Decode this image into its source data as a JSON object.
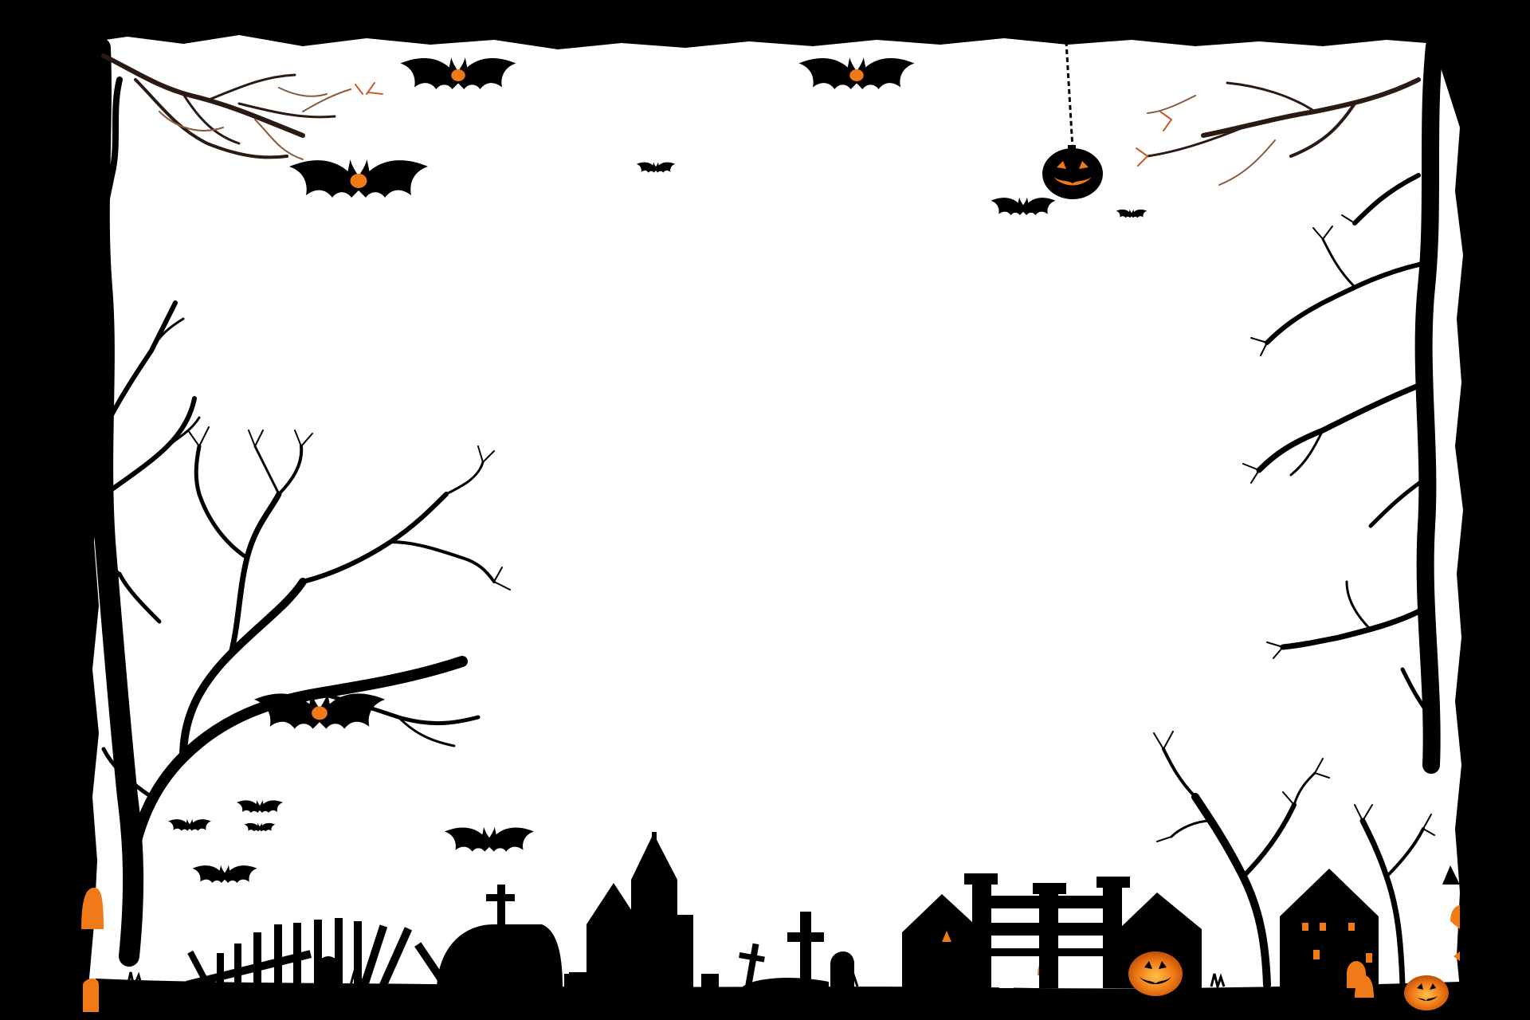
{
  "scene": {
    "kind": "halloween-frame-border",
    "background_color": "#000000",
    "panel_color": "#ffffff",
    "silhouette_color": "#000000",
    "glow_color": "#f07a18",
    "glow_highlight": "#ffb03a",
    "branch_color": "#2a1a12",
    "twig_color": "#8a5a3a"
  },
  "objects": [
    "black-outer-frame",
    "white-torn-panel",
    "bare-tree-left",
    "bare-tree-right",
    "bare-tree-bottom-right",
    "hanging-jack-o-lantern",
    "flying-bats",
    "graveyard-hill",
    "tombstones",
    "crosses",
    "broken-picket-fence",
    "haunted-church",
    "haunted-house-left",
    "haunted-house-right",
    "wooden-gate",
    "carved-pumpkins"
  ]
}
